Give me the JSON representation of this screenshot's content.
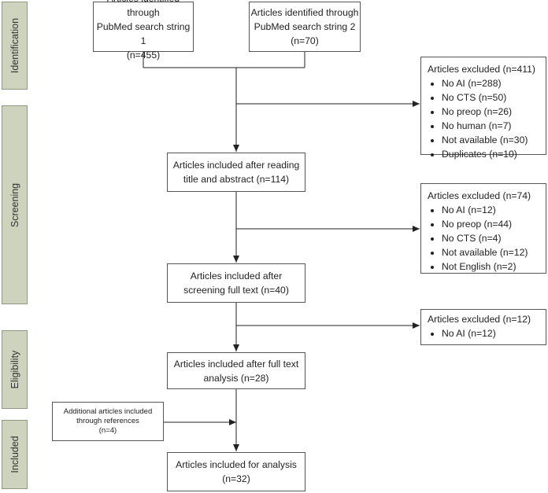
{
  "phases": {
    "identification": "Identification",
    "screening": "Screening",
    "eligibility": "Eligibility",
    "included": "Included"
  },
  "boxes": {
    "search1": [
      "Articles identified through",
      "PubMed search string 1",
      "(n=455)"
    ],
    "search2": [
      "Articles identified through",
      "PubMed search string 2",
      "(n=70)"
    ],
    "after_title": [
      "Articles included after reading",
      "title and abstract (n=114)"
    ],
    "after_screening": [
      "Articles included after",
      "screening full text (n=40)"
    ],
    "after_full_text": [
      "Articles included after full text",
      "analysis (n=28)"
    ],
    "additional": [
      "Additional articles included",
      "through references",
      "(n=4)"
    ],
    "final": [
      "Articles included for analysis",
      "(n=32)"
    ]
  },
  "exclusions": {
    "first": {
      "title": "Articles excluded (n=411)",
      "items": [
        "No AI (n=288)",
        "No CTS (n=50)",
        "No preop (n=26)",
        "No human (n=7)",
        "Not available (n=30)",
        "Duplicates (n=10)"
      ]
    },
    "second": {
      "title": "Articles excluded (n=74)",
      "items": [
        "No AI (n=12)",
        "No preop (n=44)",
        "No CTS (n=4)",
        "Not available (n=12)",
        "Not English (n=2)"
      ]
    },
    "third": {
      "title": "Articles excluded (n=12)",
      "items": [
        "No AI (n=12)"
      ]
    }
  }
}
